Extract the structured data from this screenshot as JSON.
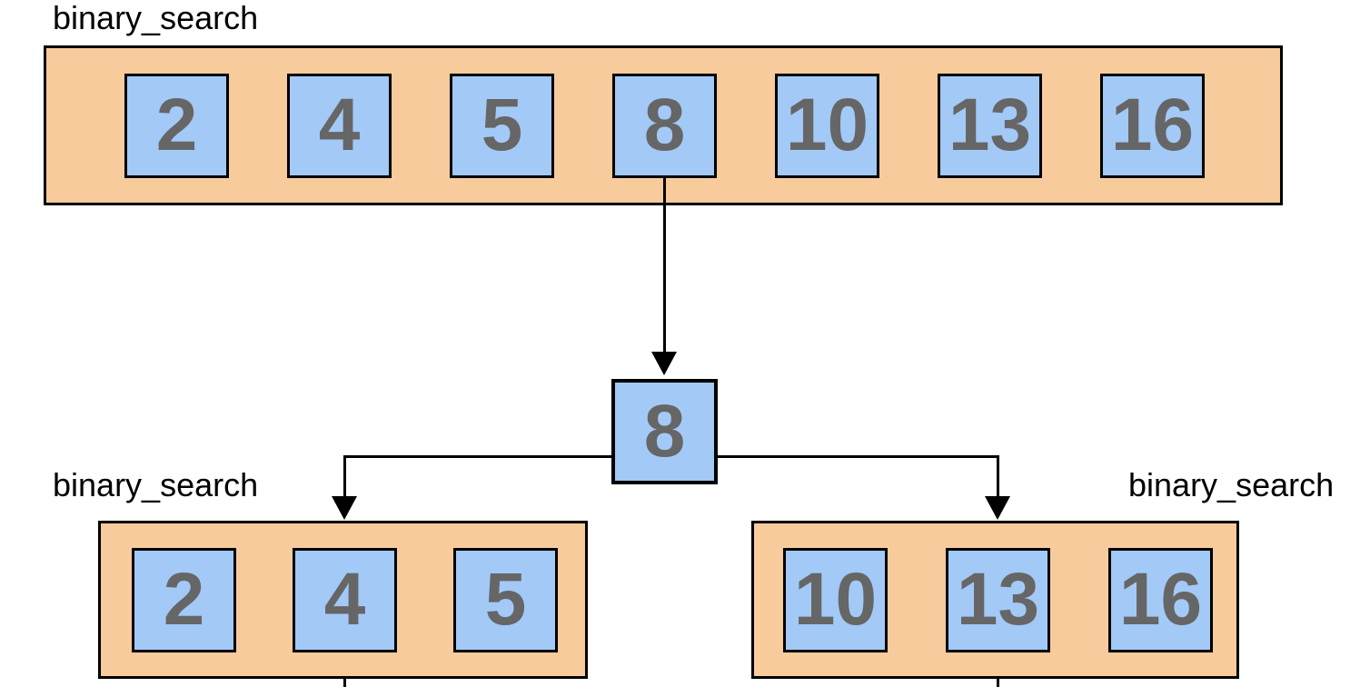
{
  "diagram": {
    "root": {
      "label": "binary_search",
      "cells": [
        "2",
        "4",
        "5",
        "8",
        "10",
        "13",
        "16"
      ]
    },
    "pivot": {
      "value": "8"
    },
    "left": {
      "label": "binary_search",
      "cells": [
        "2",
        "4",
        "5"
      ]
    },
    "right": {
      "label": "binary_search",
      "cells": [
        "10",
        "13",
        "16"
      ]
    }
  },
  "colors": {
    "container_fill": "#F7CB9C",
    "cell_fill": "#A3C9F7",
    "cell_text": "#666666",
    "stroke": "#000000",
    "label_text": "#000000",
    "background": "#FFFFFF"
  }
}
